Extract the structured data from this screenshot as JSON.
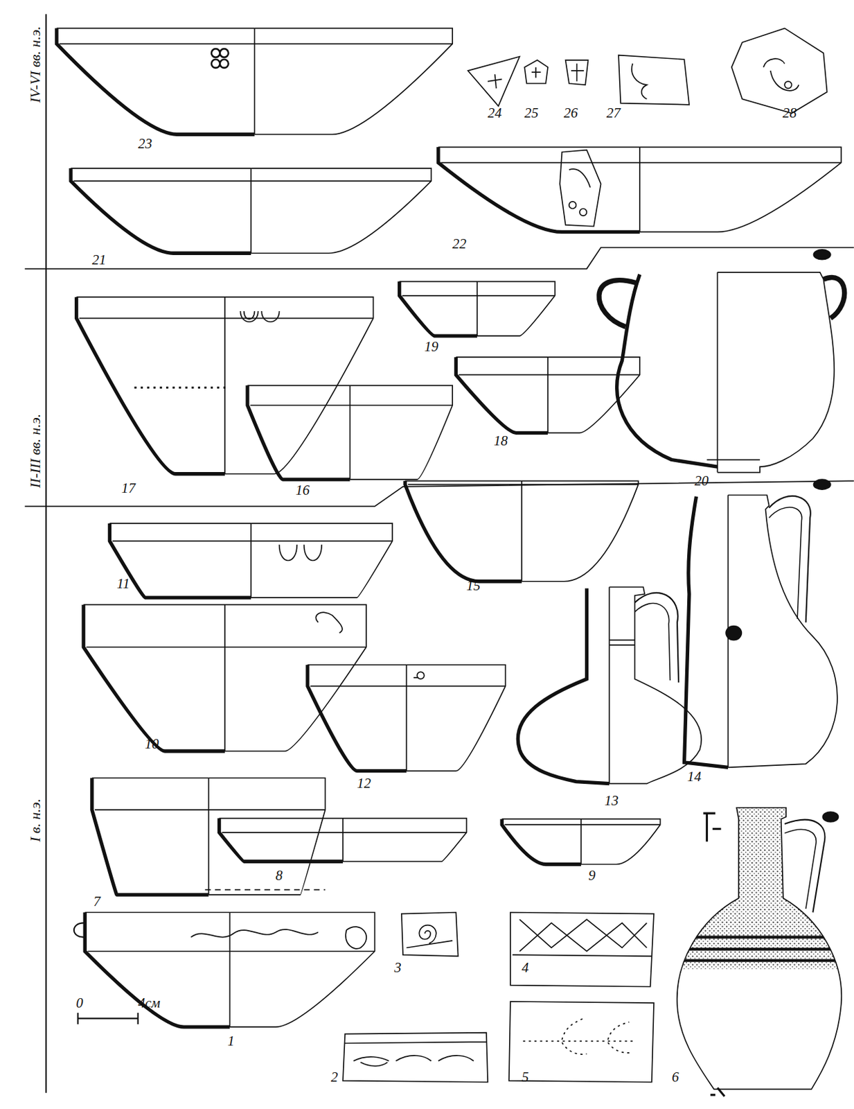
{
  "diagram": {
    "labels": [
      "IV-VI вв. н.э.",
      "II-III вв. н.э.",
      "I в. н.э.",
      "23",
      "24",
      "25",
      "26",
      "27",
      "28",
      "21",
      "22",
      "17",
      "16",
      "19",
      "18",
      "20",
      "15",
      "11",
      "10",
      "12",
      "13",
      "14",
      "7",
      "8",
      "9",
      "1",
      "3",
      "4",
      "2",
      "5",
      "6",
      "0",
      "4см"
    ]
  }
}
